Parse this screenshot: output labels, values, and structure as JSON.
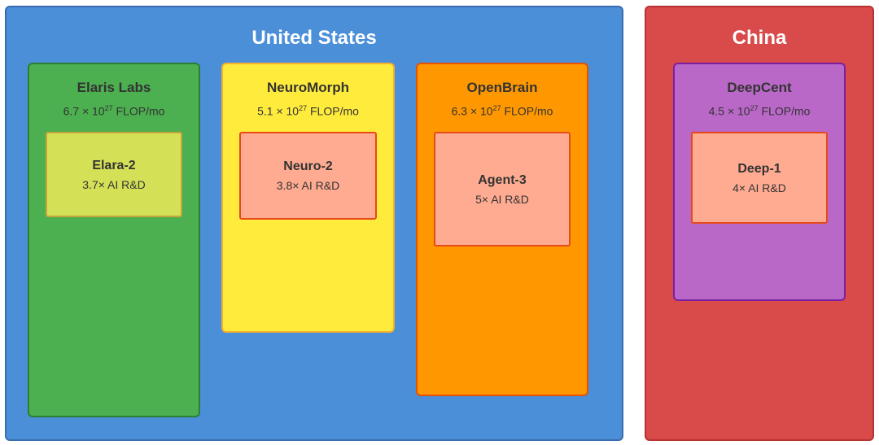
{
  "regions": [
    {
      "name": "United States",
      "color": "#4a8fd8"
    },
    {
      "name": "China",
      "color": "#d94a4a"
    }
  ],
  "labs": [
    {
      "name": "Elaris Labs",
      "flop_mantissa": "6.7",
      "flop_exponent": "27",
      "flop_unit": "FLOP/mo",
      "color": "#4caf50",
      "model": {
        "name": "Elara-2",
        "metric": "3.7× AI R&D",
        "color": "#d4e157"
      }
    },
    {
      "name": "NeuroMorph",
      "flop_mantissa": "5.1",
      "flop_exponent": "27",
      "flop_unit": "FLOP/mo",
      "color": "#ffeb3b",
      "model": {
        "name": "Neuro-2",
        "metric": "3.8× AI R&D",
        "color": "#ffab91"
      }
    },
    {
      "name": "OpenBrain",
      "flop_mantissa": "6.3",
      "flop_exponent": "27",
      "flop_unit": "FLOP/mo",
      "color": "#ff9800",
      "model": {
        "name": "Agent-3",
        "metric": "5× AI R&D",
        "color": "#ffab91"
      }
    },
    {
      "name": "DeepCent",
      "flop_mantissa": "4.5",
      "flop_exponent": "27",
      "flop_unit": "FLOP/mo",
      "color": "#ba68c8",
      "model": {
        "name": "Deep-1",
        "metric": "4× AI R&D",
        "color": "#ffab91"
      }
    }
  ],
  "flop_times": "× 10"
}
